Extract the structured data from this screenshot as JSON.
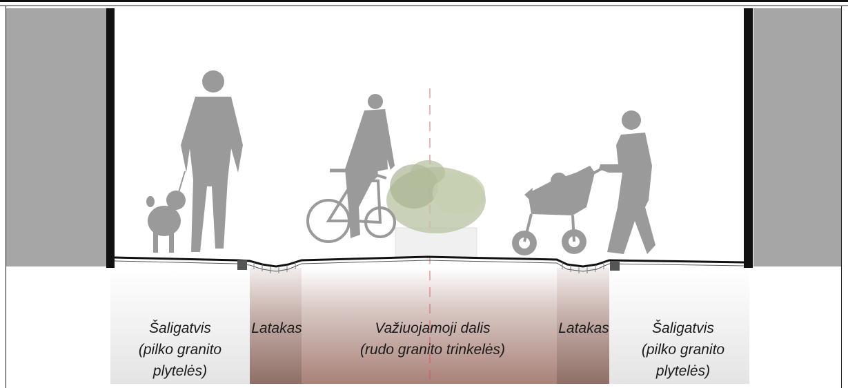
{
  "zones": {
    "left_sidewalk": {
      "line1": "Šaligatvis",
      "line2": "(pilko granito",
      "line3": "plytelės)"
    },
    "left_gutter": {
      "line1": "Latakas"
    },
    "roadway": {
      "line1": "Važiuojamoji dalis",
      "line2": "(rudo granito trinkelės)"
    },
    "right_gutter": {
      "line1": "Latakas"
    },
    "right_sidewalk": {
      "line1": "Šaligatvis",
      "line2": "(pilko granito",
      "line3": "plytelės)"
    }
  },
  "colors": {
    "building": "#a6a6a6",
    "wall": "#111111",
    "silhouette": "#9a9a9a",
    "sidewalk_band": "#e6e6e6",
    "gutter_band": "#8f6f66",
    "roadway_band": "#a98178",
    "centerline": "#e04a4a",
    "planter": "#f0f0f0",
    "shrub": "#bcc6a6"
  },
  "icons": [
    "person-walking-dog-icon",
    "dog-icon",
    "cyclist-icon",
    "bicycle-icon",
    "shrub-planter-icon",
    "person-with-stroller-icon",
    "stroller-icon"
  ]
}
